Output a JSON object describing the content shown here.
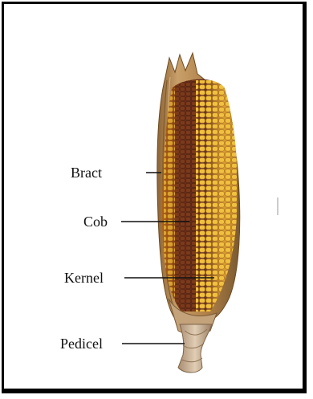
{
  "labels": {
    "bract": "Bract",
    "cob": "Cob",
    "kernel": "Kernel",
    "pedicel": "Pedicel"
  },
  "colors": {
    "husk": "#b98a4e",
    "kernel_light": "#e9b42c",
    "kernel_dark": "#8a4a1c",
    "cob_dark": "#5a2a16",
    "stalk": "#c8b094"
  }
}
